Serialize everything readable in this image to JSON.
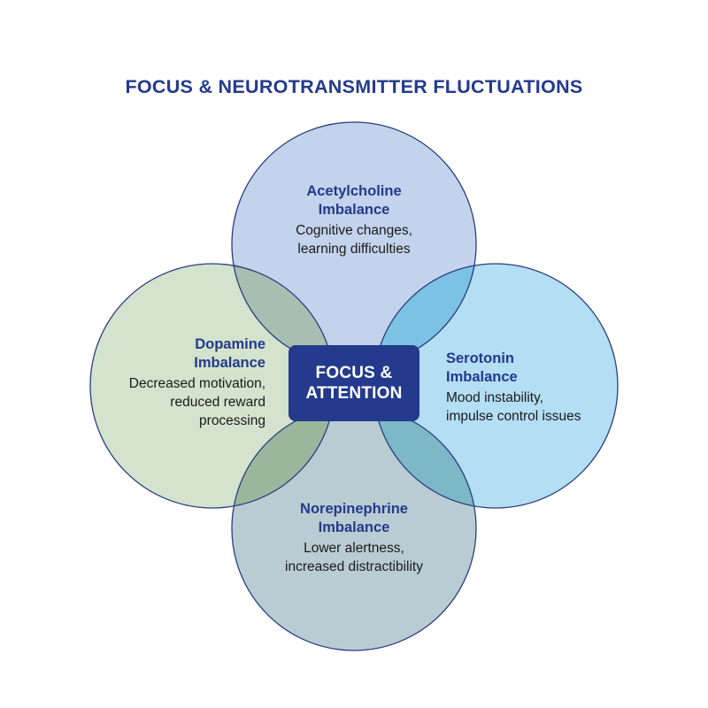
{
  "title": "FOCUS & NEUROTRANSMITTER FLUCTUATIONS",
  "center": {
    "line1": "FOCUS &",
    "line2": "ATTENTION"
  },
  "circles": {
    "top": {
      "head_line1": "Acetylcholine",
      "head_line2": "Imbalance",
      "desc_line1": "Cognitive changes,",
      "desc_line2": "learning difficulties",
      "color": "#c3d3ec"
    },
    "left": {
      "head_line1": "Dopamine",
      "head_line2": "Imbalance",
      "desc_line1": "Decreased motivation,",
      "desc_line2": "reduced reward",
      "desc_line3": "processing",
      "color": "#d3e3cd"
    },
    "right": {
      "head_line1": "Serotonin",
      "head_line2": "Imbalance",
      "desc_line1": "Mood instability,",
      "desc_line2": "impulse control issues",
      "color": "#b3def4"
    },
    "bottom": {
      "head_line1": "Norepinephrine",
      "head_line2": "Imbalance",
      "desc_line1": "Lower alertness,",
      "desc_line2": "increased distractibility",
      "color": "#b9ccd3"
    }
  },
  "colors": {
    "title": "#243a8c",
    "outline": "#2a3d7e",
    "center_box": "#243a8c",
    "overlap_top_left": "#a7bfb1",
    "overlap_top_right": "#7cc2e5",
    "overlap_bottom_left": "#9ab79d",
    "overlap_bottom_right": "#7db8c6"
  }
}
